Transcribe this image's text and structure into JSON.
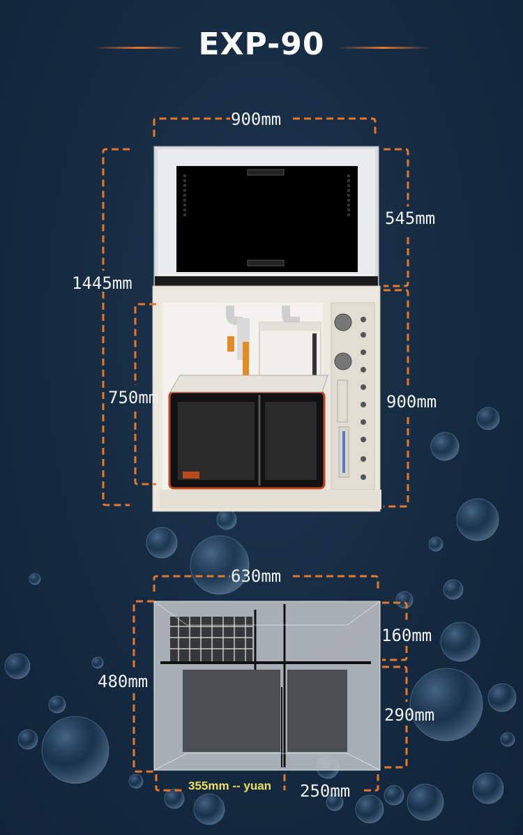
{
  "title": "EXP-90",
  "dimensions": {
    "top_width": "900mm",
    "total_height": "1445mm",
    "tank_height": "545mm",
    "cabinet_inner_height": "750mm",
    "cabinet_height": "900mm",
    "sump_width": "630mm",
    "sump_height": "480mm",
    "sump_upper": "160mm",
    "sump_lower": "290mm",
    "sump_left_section": "355mm -- yuan",
    "sump_right_section": "250mm"
  },
  "colors": {
    "background": "#152a40",
    "dimension_line": "#e8772a",
    "text": "#f2f2f2",
    "accent_label": "#f0e060"
  }
}
